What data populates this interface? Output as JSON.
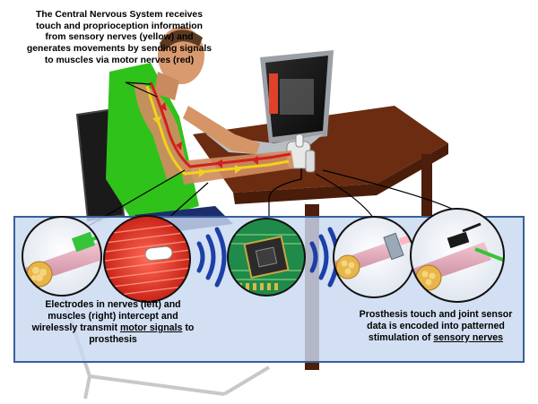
{
  "captions": {
    "cns": "The Central Nervous System receives touch and proprioception information from sensory nerves (yellow) and generates movements by sending signals to muscles via motor nerves (red)",
    "left_pre": "Electrodes in nerves (left) and muscles (right) intercept and wirelessly transmit ",
    "left_emph": "motor signals",
    "left_post": " to prosthesis",
    "right_pre": "Prosthesis touch and joint sensor data is encoded into patterned stimulation of ",
    "right_emph": "sensory nerves",
    "right_post": ""
  },
  "colors": {
    "panel_fill": "#c9d9f0",
    "panel_border": "#3a5f9a",
    "motor_nerve": "#d21f1f",
    "sensory_nerve": "#f2d21a",
    "shirt": "#2fc21a",
    "skin": "#d89a6e",
    "desk": "#5a2410",
    "signal_wave": "#1c3fa8",
    "chip_green": "#1f8a4a"
  },
  "icons": [
    "person-at-desk",
    "laptop",
    "prosthetic-hand",
    "nerve-electrode",
    "muscle-fiber",
    "implant-chip",
    "wireless-waves",
    "prosthetic-fingertip-sensor"
  ]
}
